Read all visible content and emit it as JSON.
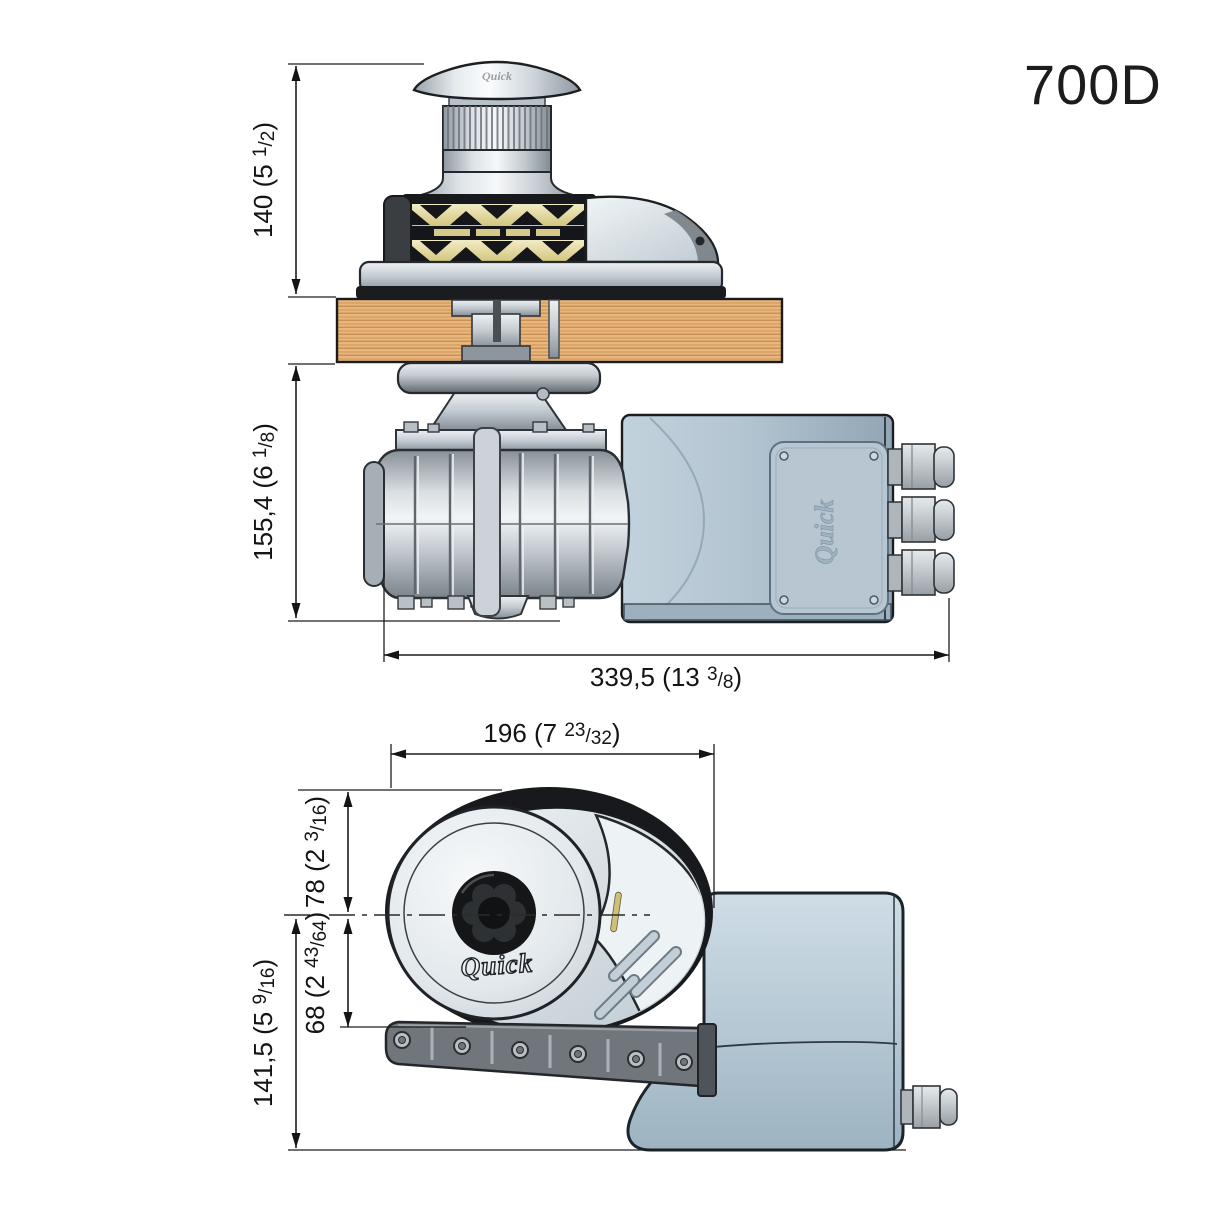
{
  "title": "700D",
  "brand": "Quick",
  "tokens": {
    "slash": "/"
  },
  "side_view": {
    "dim_height_above_deck": {
      "label": "140 (5 1/2)",
      "pre": "140 (5 ",
      "num": "1",
      "den": "2",
      "post": ")"
    },
    "dim_height_below_deck": {
      "label": "155,4 (6 1/8)",
      "pre": "155,4 (6 ",
      "num": "1",
      "den": "8",
      "post": ")"
    },
    "dim_overall_length": {
      "label": "339,5 (13 3/8)",
      "pre": "339,5 (13 ",
      "num": "3",
      "den": "8",
      "post": ")"
    }
  },
  "front_view": {
    "dim_width": {
      "label": "196 (7 23/32)",
      "pre": "196 (7 ",
      "num": "23",
      "den": "32",
      "post": ")"
    },
    "dim_center_to_top": {
      "label": "78 (2 3/16)",
      "pre": "78 (2 ",
      "num": "3",
      "den": "16",
      "post": ")"
    },
    "dim_center_to_gypsy_base": {
      "label": "68 (2 43/64)",
      "pre": "68 (2 ",
      "num": "43",
      "den": "64",
      "post": ")"
    },
    "dim_center_to_bottom": {
      "label": "141,5 (5 9/16)",
      "pre": "141,5 (5 ",
      "num": "9",
      "den": "16",
      "post": ")"
    }
  },
  "colors": {
    "deck_wood": "#e9b77c",
    "housing_blue": "#b3c4d0",
    "gypsy_gold": "#ded493",
    "metal_silver": "#ccd3d8",
    "line_ink": "#1c1c1c"
  }
}
